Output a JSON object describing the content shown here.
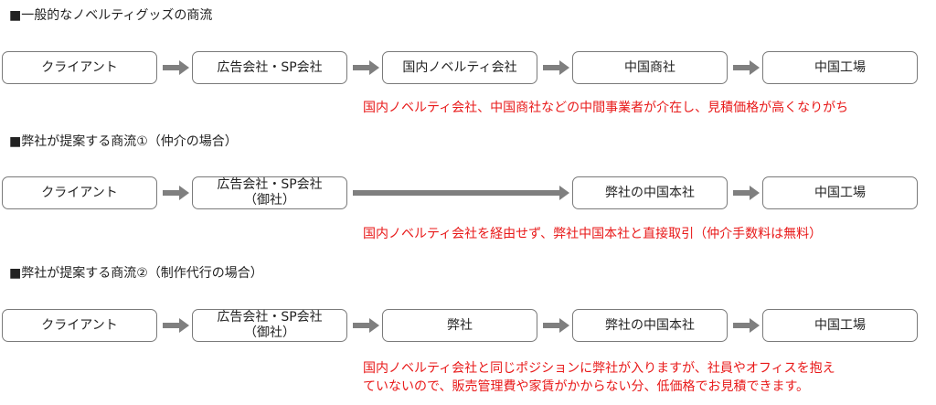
{
  "section1": {
    "heading": "■一般的なノベルティグッズの商流",
    "nodes": [
      {
        "label": "クライアント"
      },
      {
        "label": "広告会社・SP会社"
      },
      {
        "label": "国内ノベルティ会社"
      },
      {
        "label": "中国商社"
      },
      {
        "label": "中国工場"
      }
    ],
    "note": "国内ノベルティ会社、中国商社などの中間事業者が介在し、見積価格が高くなりがち"
  },
  "section2": {
    "heading": "■弊社が提案する商流①（仲介の場合）",
    "nodes": [
      {
        "label": "クライアント"
      },
      {
        "label": "広告会社・SP会社",
        "sub": "（御社）"
      },
      {
        "label": "弊社の中国本社"
      },
      {
        "label": "中国工場"
      }
    ],
    "note": "国内ノベルティ会社を経由せず、弊社中国本社と直接取引（仲介手数料は無料）"
  },
  "section3": {
    "heading": "■弊社が提案する商流②（制作代行の場合）",
    "nodes": [
      {
        "label": "クライアント"
      },
      {
        "label": "広告会社・SP会社",
        "sub": "（御社）"
      },
      {
        "label": "弊社"
      },
      {
        "label": "弊社の中国本社"
      },
      {
        "label": "中国工場"
      }
    ],
    "note_line1": "国内ノベルティ会社と同じポジションに弊社が入りますが、社員やオフィスを抱え",
    "note_line2": "ていないので、販売管理費や家賃がかからない分、低価格でお見積できます。"
  },
  "colors": {
    "box_border": "#7a7a7a",
    "arrow": "#7f7f7f",
    "note": "#e81919"
  }
}
